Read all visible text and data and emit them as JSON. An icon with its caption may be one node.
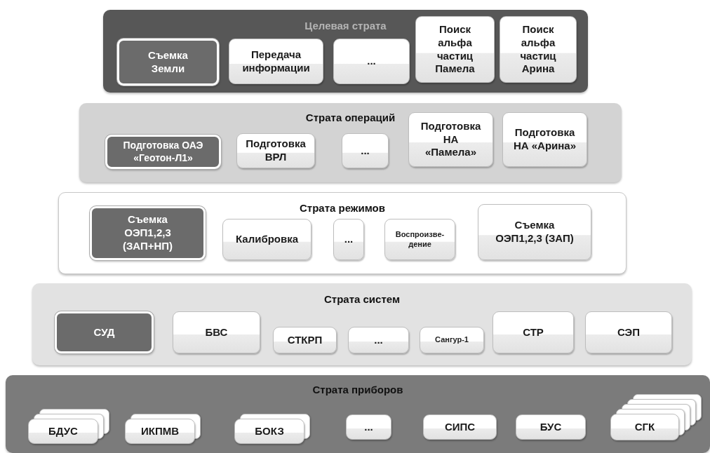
{
  "diagram": {
    "nodes": [
      {
        "text": [
          "Целевая страта"
        ]
      },
      {
        "text": [
          "Съемка Земли"
        ],
        "in": 0
      },
      {
        "text": [
          "Передача информации"
        ],
        "in": 0
      },
      {
        "text": [
          "..."
        ],
        "in": 0
      },
      {
        "text": [
          "Поиск альфа частиц Памела"
        ],
        "in": 0
      },
      {
        "text": [
          "Поиск альфа частиц Арина"
        ],
        "in": 0
      },
      {
        "text": [
          "Страта операций"
        ]
      },
      {
        "text": [
          "Подготовка ОАЭ «Геотон-Л1»"
        ],
        "in": 6
      },
      {
        "text": [
          "Подготовка ВРЛ"
        ],
        "in": 6
      },
      {
        "text": [
          "..."
        ],
        "in": 6
      },
      {
        "text": [
          "Подготовка НА «Памела»"
        ],
        "in": 6
      },
      {
        "text": [
          "Подготовка НА «Арина»"
        ],
        "in": 6
      },
      {
        "text": [
          "Страта режимов"
        ]
      },
      {
        "text": [
          "Съемка ОЭП1,2,3 (ЗАП+НП)"
        ],
        "in": 12
      },
      {
        "text": [
          "Калибровка"
        ],
        "in": 12
      },
      {
        "text": [
          "..."
        ],
        "in": 12
      },
      {
        "text": [
          "Воспроизве-дение"
        ],
        "in": 12
      },
      {
        "text": [
          "Съемка ОЭП1,2,3 (ЗАП)"
        ],
        "in": 12
      },
      {
        "text": [
          "Страта систем"
        ]
      },
      {
        "text": [
          "СУД"
        ],
        "in": 18
      },
      {
        "text": [
          "БВС"
        ],
        "in": 18
      },
      {
        "text": [
          "СТКРП"
        ],
        "in": 18
      },
      {
        "text": [
          "..."
        ],
        "in": 18
      },
      {
        "text": [
          "Сангур-1"
        ],
        "in": 18
      },
      {
        "text": [
          "СТР"
        ],
        "in": 18
      },
      {
        "text": [
          "СЭП"
        ],
        "in": 18
      },
      {
        "text": [
          "Страта приборов"
        ]
      },
      {
        "text": [
          "БДУС"
        ],
        "in": 26
      },
      {
        "text": [
          "ИКПМВ"
        ],
        "in": 26
      },
      {
        "text": [
          "БОКЗ"
        ],
        "in": 26
      },
      {
        "text": [
          "..."
        ],
        "in": 26
      },
      {
        "text": [
          "СИПС"
        ],
        "in": 26
      },
      {
        "text": [
          "БУС"
        ],
        "in": 26
      },
      {
        "text": [
          "СГК"
        ],
        "in": 26
      }
    ]
  }
}
